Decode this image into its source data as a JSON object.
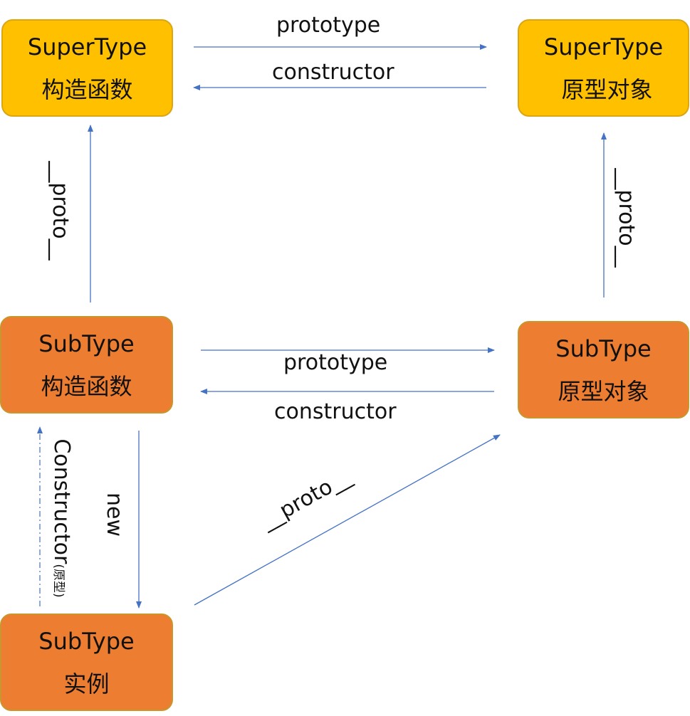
{
  "nodes": {
    "supertype_constructor": {
      "line1": "SuperType",
      "line2": "构造函数"
    },
    "supertype_prototype": {
      "line1": "SuperType",
      "line2": "原型对象"
    },
    "subtype_constructor": {
      "line1": "SubType",
      "line2": "构造函数"
    },
    "subtype_prototype": {
      "line1": "SubType",
      "line2": "原型对象"
    },
    "subtype_instance": {
      "line1": "SubType",
      "line2": "实例"
    }
  },
  "edges": {
    "super_prototype": "prototype",
    "super_constructor": "constructor",
    "super_proto_left": "__proto__",
    "super_proto_right": "__proto__",
    "sub_prototype": "prototype",
    "sub_constructor": "constructor",
    "new": "new",
    "instance_constructor": "Constructor",
    "instance_constructor_note": "(原型)",
    "instance_proto": "__proto__"
  },
  "colors": {
    "super_fill": "#ffc000",
    "sub_fill": "#ed7d31",
    "arrow": "#4472c4"
  }
}
